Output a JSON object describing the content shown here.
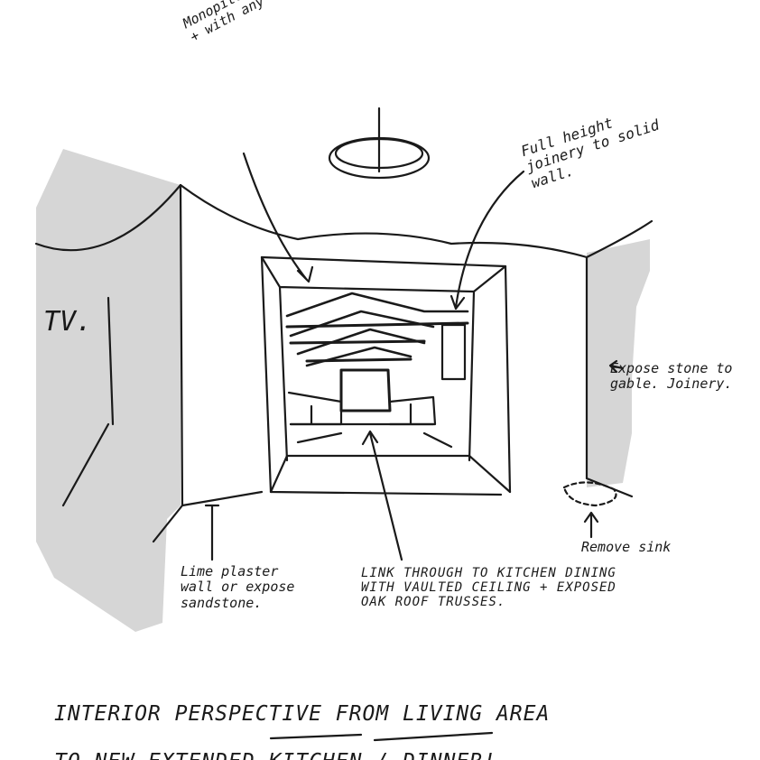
{
  "annotations": {
    "roof": "Monopitch roof form to give more volume + with any PV slope.",
    "joinery": "Full height joinery to solid wall.",
    "tv": "TV.",
    "expose": "Expose stone to gable. Joinery.",
    "remove": "Remove sink",
    "lime": "Lime plaster wall or expose sandstone.",
    "link": "Link through to kitchen dining with vaulted ceiling + exposed oak roof trusses.",
    "title_line1": "Interior perspective from living area",
    "title_line2_prefix": "to new ",
    "title_line2_extended": "extended",
    "title_line2_kitchen": "kitchen / dinner!"
  },
  "colors": {
    "ink": "#1a1a1a",
    "wash": "#d6d6d6",
    "paper": "#ffffff"
  }
}
